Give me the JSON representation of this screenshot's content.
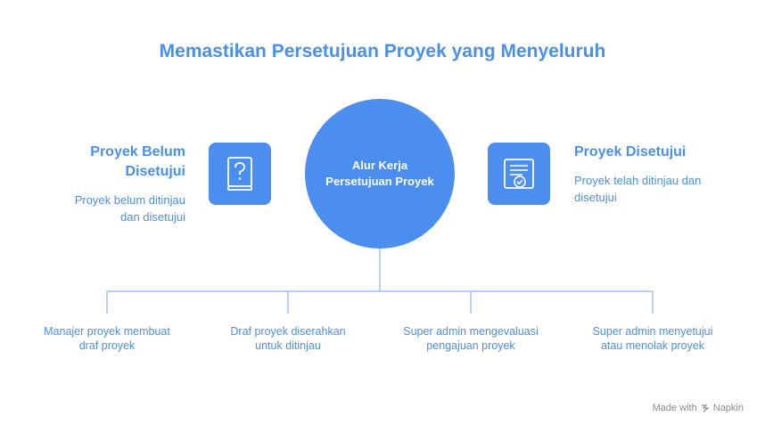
{
  "title": "Memastikan Persetujuan Proyek yang Menyeluruh",
  "center": {
    "label": "Alur Kerja\nPersetujuan Proyek"
  },
  "left_panel": {
    "title": "Proyek Belum\nDisetujui",
    "description": "Proyek belum ditinjau\ndan disetujui",
    "icon": "question-book-icon"
  },
  "right_panel": {
    "title": "Proyek Disetujui",
    "description": "Proyek telah ditinjau dan\ndisetujui",
    "icon": "approved-document-icon"
  },
  "steps": [
    {
      "label": "Manajer proyek membuat\ndraf proyek"
    },
    {
      "label": "Draf proyek diserahkan\nuntuk ditinjau"
    },
    {
      "label": "Super admin mengevaluasi\npengajuan proyek"
    },
    {
      "label": "Super admin menyetujui\natau menolak proyek"
    }
  ],
  "footer": {
    "made_with": "Made with",
    "brand": "Napkin"
  },
  "colors": {
    "accent": "#4c8ef0",
    "text": "#4a90e8"
  }
}
